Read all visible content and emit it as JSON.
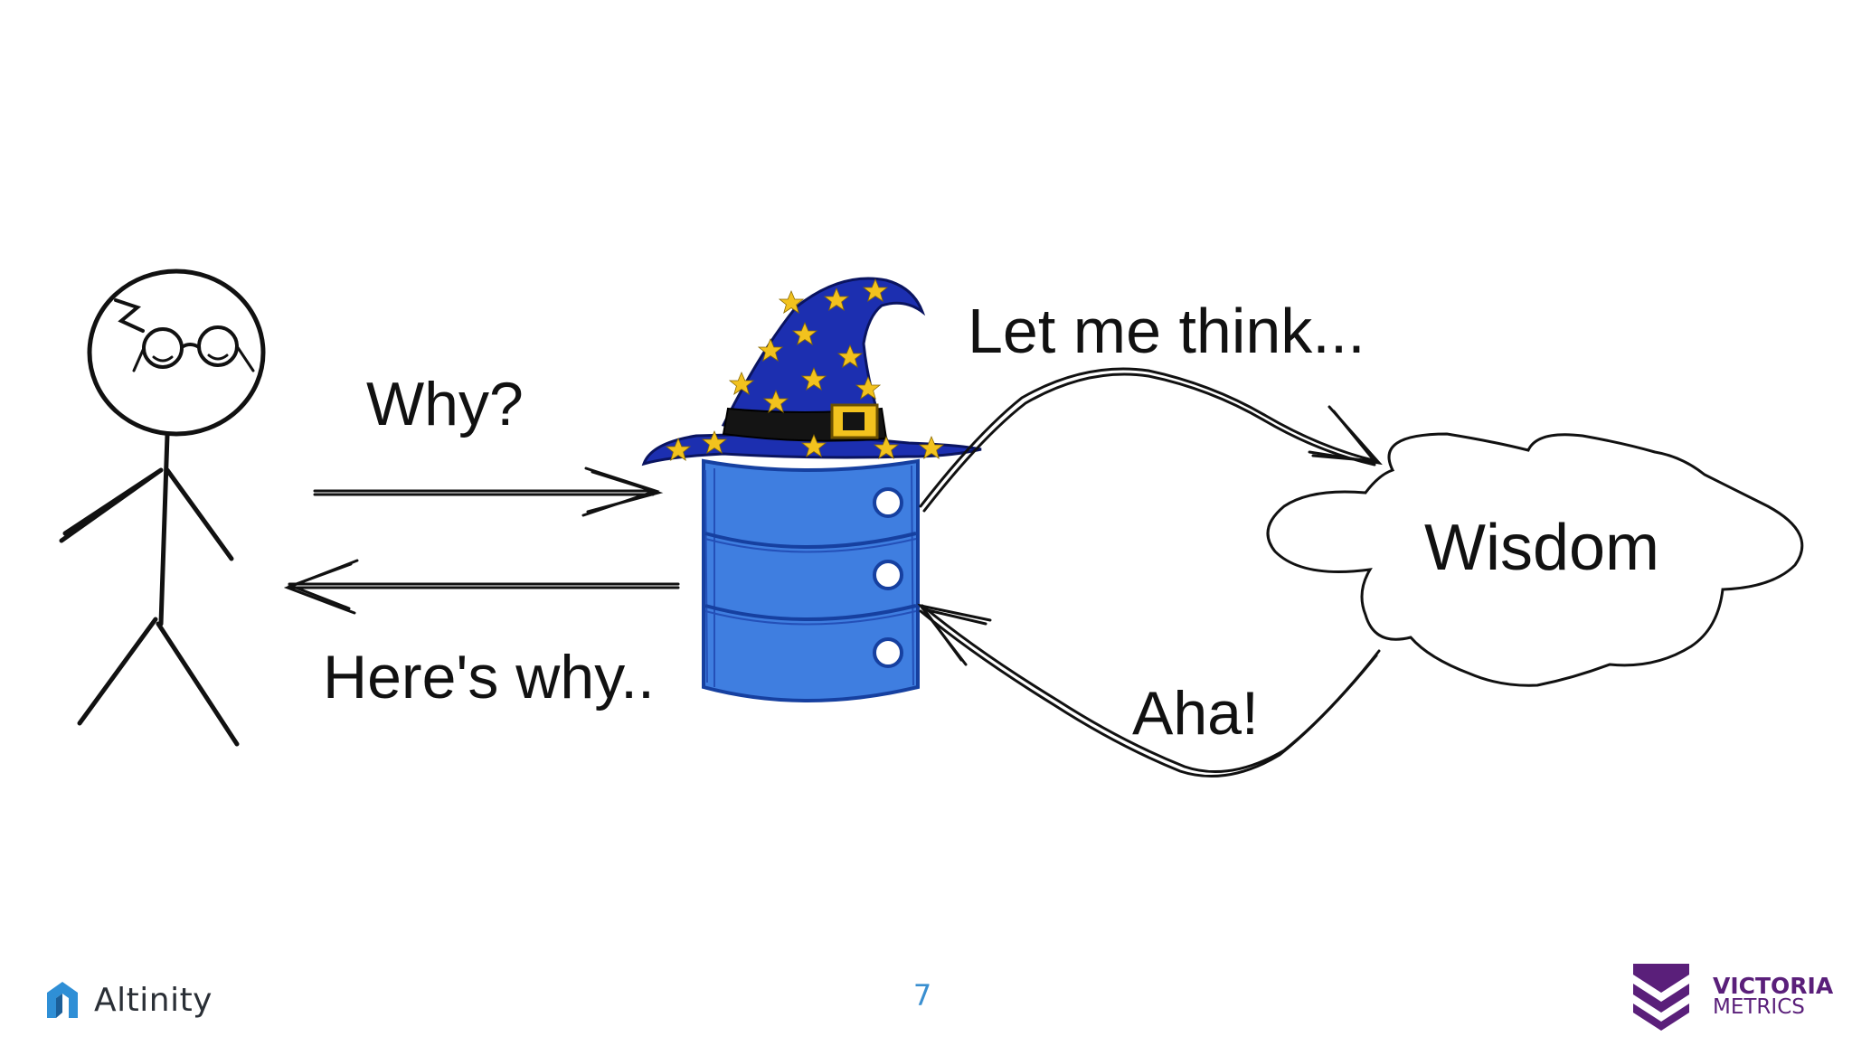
{
  "diagram": {
    "labels": {
      "why": "Why?",
      "heres_why": "Here's why..",
      "let_me_think": "Let me think...",
      "aha": "Aha!",
      "wisdom": "Wisdom"
    },
    "colors": {
      "database_blue": "#3f7ee0",
      "hat_blue": "#1c2fb0",
      "star_yellow": "#f2c21e",
      "ink": "#111111"
    }
  },
  "footer": {
    "left_brand": "Altinity",
    "page_number": "7",
    "right_brand_line1": "VICTORIA",
    "right_brand_line2": "METRICS",
    "colors": {
      "altinity_blue": "#2f8fd6",
      "page_number_blue": "#3a8fd0",
      "victoria_purple": "#5a1f7a"
    }
  }
}
